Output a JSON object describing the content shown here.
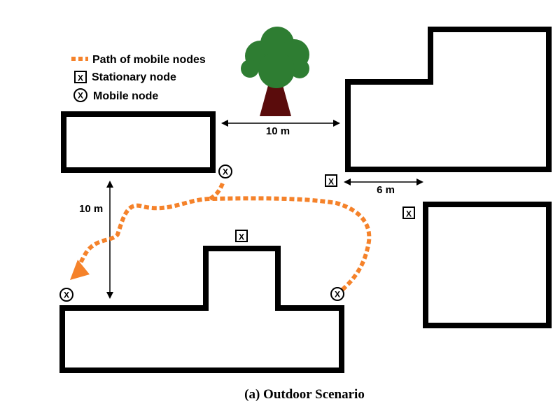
{
  "legend": {
    "path_label": "Path of mobile nodes",
    "stationary_label": "Stationary node",
    "mobile_label": "Mobile node",
    "node_symbol": "X"
  },
  "dimensions": {
    "horizontal_gap": "10 m",
    "vertical_gap": "10 m",
    "side_gap": "6 m"
  },
  "caption": "(a) Outdoor Scenario",
  "colors": {
    "path": "#f5822a",
    "building_outline": "#000000",
    "tree_canopy": "#2e7d32",
    "tree_trunk": "#5a0c0c"
  },
  "icons": [
    "tree-icon",
    "mobile-node-icon",
    "stationary-node-icon",
    "arrow-head-icon"
  ]
}
